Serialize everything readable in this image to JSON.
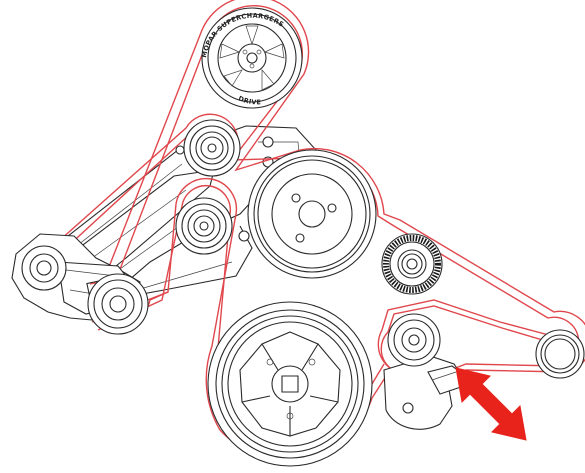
{
  "diagram": {
    "pulley_rim_text": "MOPAR SUPERCHARGERS",
    "pulley_rim_text_secondary": "DRIVE",
    "colors": {
      "belt": "#e0474c",
      "line": "#2a2a2a",
      "arrow": "#e8231c",
      "background": "#ffffff"
    },
    "icons": {
      "adjust_arrow": "double-headed-arrow"
    }
  }
}
